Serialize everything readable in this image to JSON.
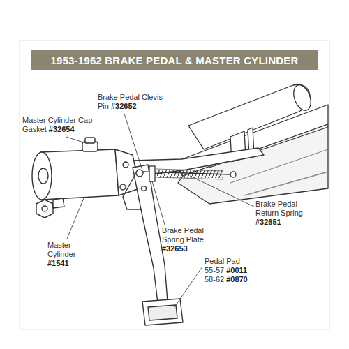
{
  "diagram": {
    "title": "1953-1962 BRAKE PEDAL & MASTER CYLINDER",
    "labels": [
      "Brake Pedal Clevis Pin",
      "#32652",
      "Master Cylinder Cap Gasket",
      "#32654",
      "Master Cylinder",
      "#1541",
      "Brake Pedal Spring Plate",
      "#32653",
      "Brake Pedal Return Spring",
      "#32651",
      "Pedal Pad",
      "55-57",
      "#0011",
      "58-62",
      "#0870"
    ]
  }
}
